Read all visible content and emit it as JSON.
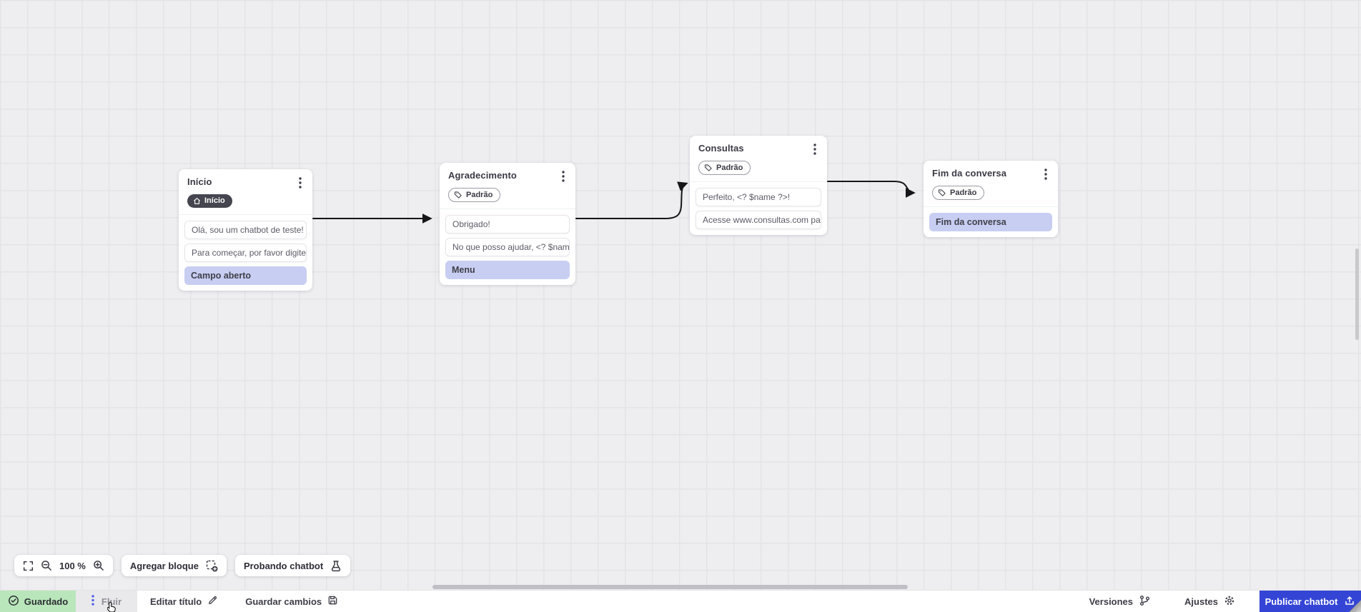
{
  "colors": {
    "accent_blue": "#3445d6",
    "option_lavender": "#c8cef2",
    "saved_green": "#b9e6ba",
    "dark_badge": "#45454f"
  },
  "canvas": {
    "nodes": [
      {
        "title": "Início",
        "badge": "Início",
        "messages": [
          "Olá, sou um chatbot de teste!",
          "Para começar, por favor digite o ..."
        ],
        "options": [
          "Campo aberto"
        ]
      },
      {
        "title": "Agradecimento",
        "badge": "Padrão",
        "messages": [
          "Obrigado!",
          "No que posso ajudar, <? $name ..."
        ],
        "options": [
          "Menu"
        ]
      },
      {
        "title": "Consultas",
        "badge": "Padrão",
        "messages": [
          "Perfeito, <? $name ?>!",
          "Acesse www.consultas.com par..."
        ],
        "options": []
      },
      {
        "title": "Fim da conversa",
        "badge": "Padrão",
        "messages": [],
        "options": [
          "Fim da conversa"
        ]
      }
    ]
  },
  "toolbar": {
    "zoom_level": "100 %",
    "add_block": "Agregar bloque",
    "test_chatbot": "Probando chatbot"
  },
  "statusbar": {
    "saved": "Guardado",
    "flow_tab": "Fluir",
    "edit_title": "Editar título",
    "save_changes": "Guardar cambios",
    "versions": "Versiones",
    "settings": "Ajustes",
    "publish": "Publicar chatbot"
  }
}
